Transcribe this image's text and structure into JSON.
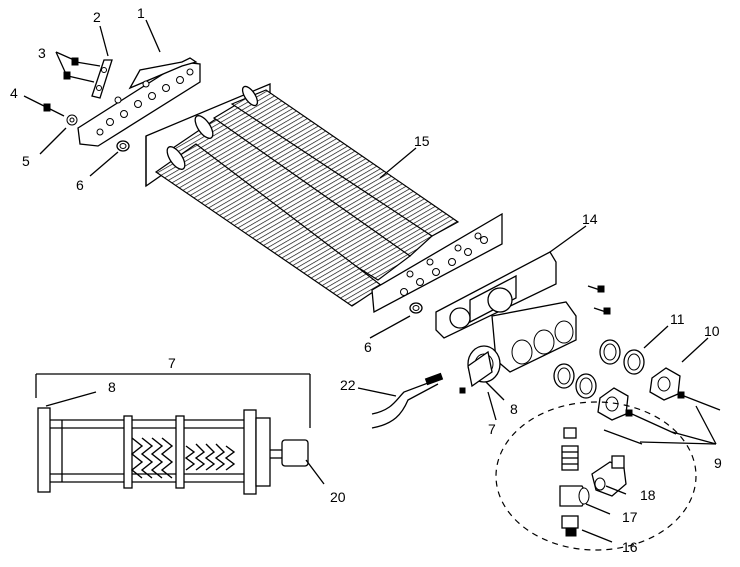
{
  "labels": {
    "l1": "1",
    "l2": "2",
    "l3": "3",
    "l4": "4",
    "l5": "5",
    "l6a": "6",
    "l6b": "6",
    "l7a": "7",
    "l7b": "7",
    "l8a": "8",
    "l8b": "8",
    "l9": "9",
    "l10": "10",
    "l11": "11",
    "l14": "14",
    "l15": "15",
    "l16": "16",
    "l17": "17",
    "l18": "18",
    "l20": "20",
    "l22": "22"
  }
}
